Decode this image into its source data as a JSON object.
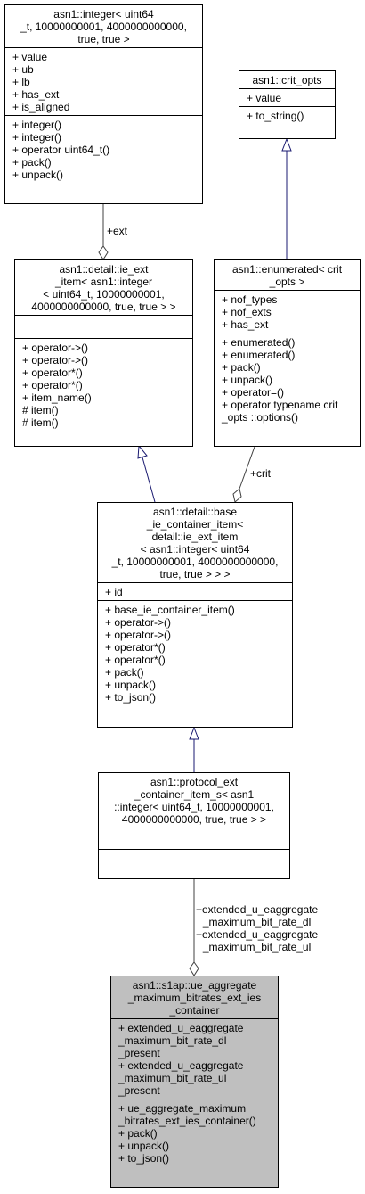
{
  "classes": {
    "integer": {
      "title": "asn1::integer< uint64\n_t, 10000000001, 4000000000000,\ntrue, true >",
      "attributes": [
        "+ value",
        "+ ub",
        "+ lb",
        "+ has_ext",
        "+ is_aligned"
      ],
      "methods": [
        "+ integer()",
        "+ integer()",
        "+ operator uint64_t()",
        "+ pack()",
        "+ unpack()"
      ]
    },
    "crit_opts": {
      "title": "asn1::crit_opts",
      "attributes": [
        "+ value"
      ],
      "methods": [
        "+ to_string()"
      ]
    },
    "ie_ext_item": {
      "title": "asn1::detail::ie_ext\n_item< asn1::integer\n< uint64_t, 10000000001,\n4000000000000, true, true > >",
      "attributes": [],
      "methods": [
        "+ operator->()",
        "+ operator->()",
        "+ operator*()",
        "+ operator*()",
        "+ item_name()",
        "# item()",
        "# item()"
      ]
    },
    "enumerated": {
      "title": "asn1::enumerated< crit\n_opts >",
      "attributes": [
        "+ nof_types",
        "+ nof_exts",
        "+ has_ext"
      ],
      "methods": [
        "+ enumerated()",
        "+ enumerated()",
        "+ pack()",
        "+ unpack()",
        "+ operator=()",
        "+ operator typename crit\n_opts ::options()"
      ]
    },
    "base_container": {
      "title": "asn1::detail::base\n_ie_container_item<\n detail::ie_ext_item\n< asn1::integer< uint64\n_t, 10000000001, 4000000000000,\ntrue, true > > >",
      "attributes": [
        "+ id"
      ],
      "methods": [
        "+ base_ie_container_item()",
        "+ operator->()",
        "+ operator->()",
        "+ operator*()",
        "+ operator*()",
        "+ pack()",
        "+ unpack()",
        "+ to_json()"
      ]
    },
    "protocol_ext": {
      "title": "asn1::protocol_ext\n_container_item_s< asn1\n::integer< uint64_t, 10000000001,\n4000000000000, true, true > >",
      "attributes": [],
      "methods": []
    },
    "s1ap_container": {
      "title": "asn1::s1ap::ue_aggregate\n_maximum_bitrates_ext_ies\n_container",
      "attributes": [
        "+ extended_u_eaggregate\n_maximum_bit_rate_dl\n_present",
        "+ extended_u_eaggregate\n_maximum_bit_rate_ul\n_present"
      ],
      "methods": [
        "+ ue_aggregate_maximum\n_bitrates_ext_ies_container()",
        "+ pack()",
        "+ unpack()",
        "+ to_json()"
      ]
    }
  },
  "edge_labels": {
    "ext": "+ext",
    "crit": "+crit",
    "members": "+extended_u_eaggregate\n_maximum_bit_rate_dl\n+extended_u_eaggregate\n_maximum_bit_rate_ul"
  },
  "colors": {
    "inheritance_edge": "#191970",
    "usage_edge": "#404040",
    "highlight_fill": "#bfbfbf"
  }
}
